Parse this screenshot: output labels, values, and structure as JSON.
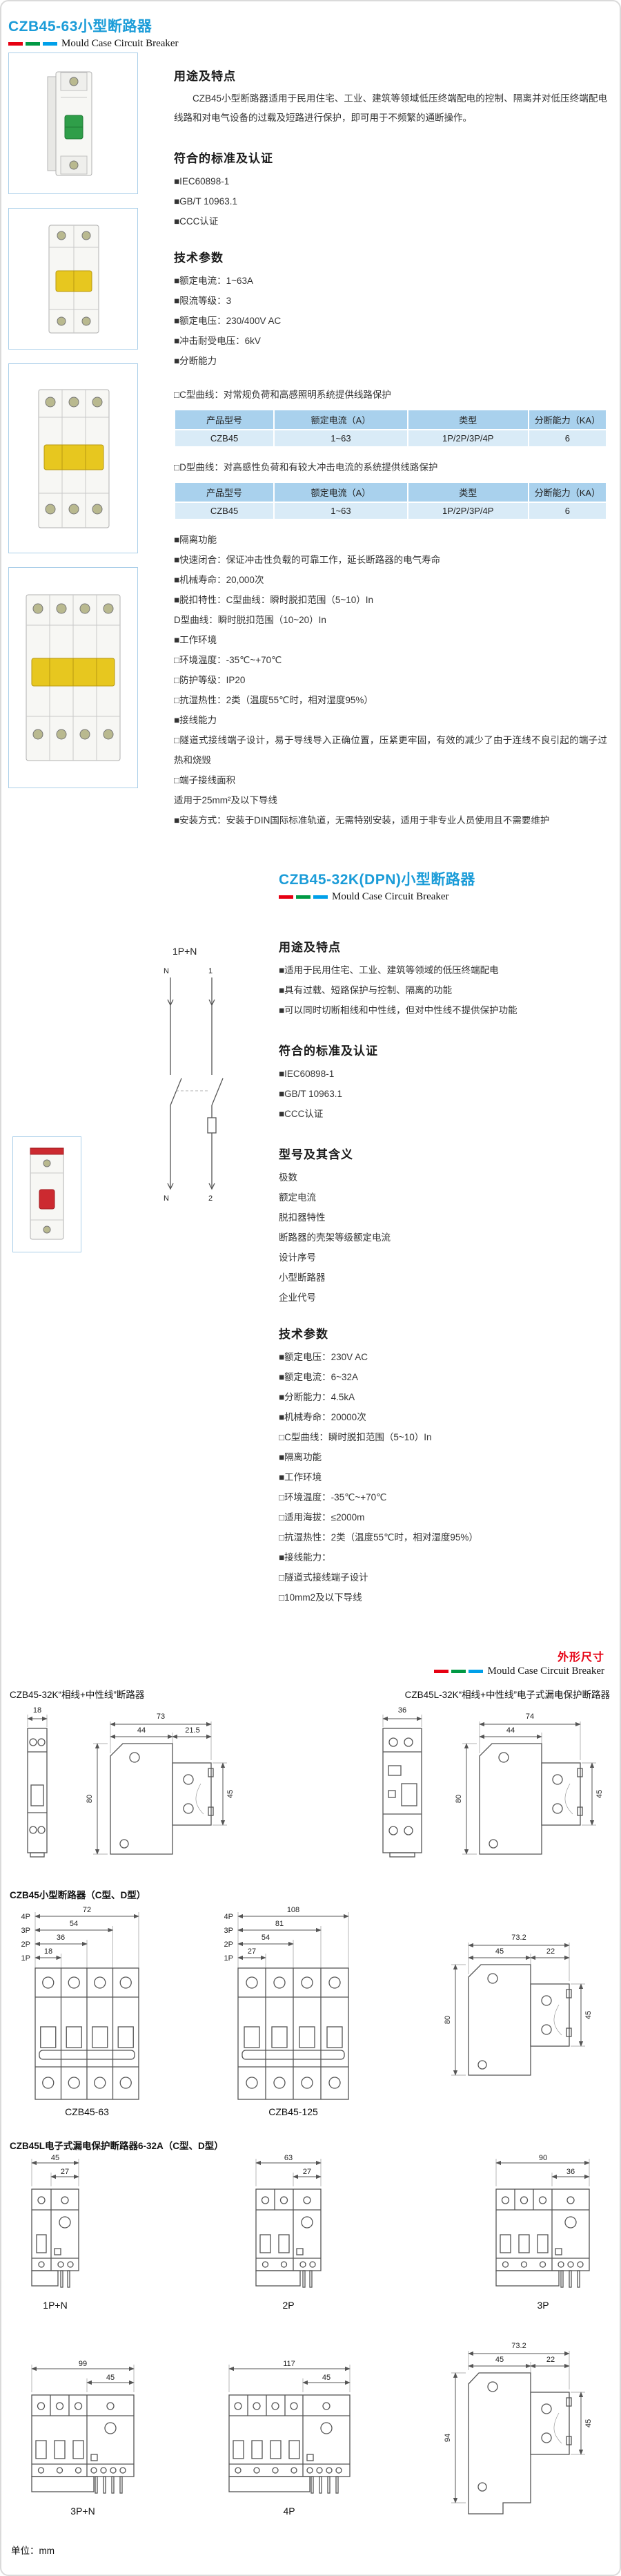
{
  "colors": {
    "title_blue": "#1b9cd8",
    "dash_red": "#e60012",
    "dash_green": "#009944",
    "dash_blue": "#00a0e9",
    "table_header_bg": "#a9d1ed",
    "table_row_bg": "#d9ebf7",
    "dim_heading_red": "#e60012"
  },
  "section1": {
    "title": "CZB45-63小型断路器",
    "subtitle": "Mould Case Circuit Breaker",
    "usage_heading": "用途及特点",
    "usage_text": "CZB45小型断路器适用于民用住宅、工业、建筑等领域低压终端配电的控制、隔离并对低压终端配电线路和对电气设备的过载及短路进行保护，即可用于不频繁的通断操作。",
    "standards_heading": "符合的标准及认证",
    "standards": [
      "■IEC60898-1",
      "■GB/T 10963.1",
      "■CCC认证"
    ],
    "tech_heading": "技术参数",
    "tech": [
      "■额定电流：1~63A",
      "■限流等级：3",
      "■额定电压：230/400V AC",
      "■冲击耐受电压：6kV",
      "■分断能力"
    ],
    "curve_c_label": "□C型曲线：对常规负荷和高感照明系统提供线路保护",
    "curve_d_label": "□D型曲线：对高感性负荷和有较大冲击电流的系统提供线路保护",
    "table_headers": [
      "产品型号",
      "额定电流（A）",
      "类型",
      "分断能力（KA）"
    ],
    "table_row": [
      "CZB45",
      "1~63",
      "1P/2P/3P/4P",
      "6"
    ],
    "features": [
      "■隔离功能",
      "■快速闭合：保证冲击性负载的可靠工作，延长断路器的电气寿命",
      "■机械寿命：20,000次",
      "■脱扣特性：C型曲线：瞬时脱扣范围（5~10）In",
      "D型曲线：瞬时脱扣范围（10~20）In",
      "■工作环境",
      "□环境温度：-35℃~+70℃",
      "□防护等级：IP20",
      "□抗湿热性：2类（温度55℃时，相对湿度95%）",
      "■接线能力",
      "□隧道式接线端子设计，易于导线导入正确位置，压紧更牢固，有效的减少了由于连线不良引起的端子过热和烧毁",
      "□端子接线面积",
      "适用于25mm²及以下导线",
      "■安装方式：安装于DIN国际标准轨道，无需特别安装，适用于非专业人员使用且不需要维护"
    ]
  },
  "section2": {
    "title": "CZB45-32K(DPN)小型断路器",
    "subtitle": "Mould Case Circuit Breaker",
    "diagram_label": "1P+N",
    "diagram_terminals": {
      "top_left": "N",
      "top_right": "1",
      "bottom_left": "N",
      "bottom_right": "2"
    },
    "usage_heading": "用途及特点",
    "usage_items": [
      "■适用于民用住宅、工业、建筑等领域的低压终端配电",
      "■具有过载、短路保护与控制、隔离的功能",
      "■可以同时切断相线和中性线，但对中性线不提供保护功能"
    ],
    "standards_heading": "符合的标准及认证",
    "standards": [
      "■IEC60898-1",
      "■GB/T 10963.1",
      "■CCC认证"
    ],
    "model_heading": "型号及其含义",
    "model_items": [
      "极数",
      "额定电流",
      "脱扣器特性",
      "断路器的壳架等级额定电流",
      "设计序号",
      "小型断路器",
      "企业代号"
    ],
    "tech_heading": "技术参数",
    "tech": [
      "■额定电压：230V AC",
      "■额定电流：6~32A",
      "■分断能力：4.5kA",
      "■机械寿命：20000次",
      "□C型曲线：瞬时脱扣范围（5~10）In",
      "■隔离功能",
      "■工作环境",
      "□环境温度：-35℃~+70℃",
      "□适用海拔：≤2000m",
      "□抗湿热性：2类（温度55℃时，相对湿度95%）",
      "■接线能力：",
      "□隧道式接线端子设计",
      "□10mm2及以下导线"
    ]
  },
  "dims": {
    "heading": "外形尺寸",
    "subtitle": "Mould Case Circuit Breaker",
    "unit_note": "单位：mm",
    "row1_left_label": "CZB45-32K“相线+中性线”断路器",
    "row1_right_label": "CZB45L-32K“相线+中性线”电子式漏电保护断路器",
    "row2_label": "CZB45小型断路器（C型、D型）",
    "row3_label": "CZB45L电子式漏电保护断路器6-32A（C型、D型）",
    "pole_labels": [
      "4P",
      "3P",
      "2P",
      "1P"
    ],
    "r1a": {
      "front_w": "18",
      "total": "73",
      "a": "44",
      "b": "21.5",
      "h": "80",
      "r": "45"
    },
    "r1b": {
      "front_w": "36",
      "total": "74",
      "a": "44",
      "h": "80",
      "r": "45"
    },
    "r2a": {
      "caption": "CZB45-63",
      "p4": "72",
      "p3": "54",
      "p2": "36",
      "p1": "18"
    },
    "r2b": {
      "caption": "CZB45-125",
      "p4": "108",
      "p3": "81",
      "p2": "54",
      "p1": "27"
    },
    "r2side": {
      "total": "73.2",
      "a": "45",
      "b": "22",
      "h": "80",
      "r": "45"
    },
    "r3v1": {
      "caption": "1P+N",
      "total": "45",
      "inner": "27"
    },
    "r3v2": {
      "caption": "2P",
      "total": "63",
      "inner": "27"
    },
    "r3v3": {
      "caption": "3P",
      "total": "90",
      "inner": "36"
    },
    "r3v4": {
      "caption": "3P+N",
      "total": "99",
      "inner": "45"
    },
    "r3v5": {
      "caption": "4P",
      "total": "117",
      "inner": "45"
    },
    "r3side": {
      "total": "73.2",
      "a": "45",
      "b": "22",
      "h": "94",
      "r": "45"
    }
  }
}
